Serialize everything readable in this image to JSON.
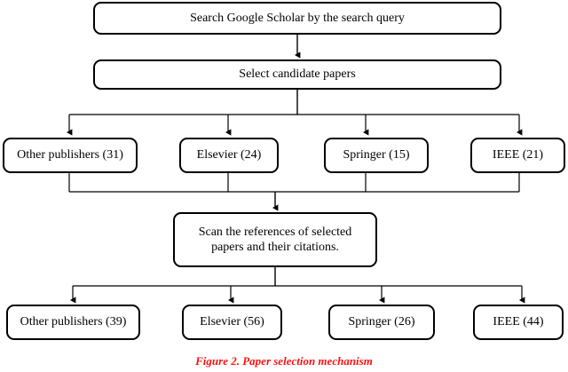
{
  "figure": {
    "caption": "Figure 2. Paper selection mechanism",
    "caption_color": "#ff1010",
    "background_color": "#ffffff",
    "line_color": "#000000",
    "text_color": "#000000"
  },
  "chart_data": {
    "type": "diagram",
    "title": "Figure 2. Paper selection mechanism",
    "nodes": [
      {
        "id": "search",
        "label": "Search Google Scholar by the search query",
        "row": 0
      },
      {
        "id": "select",
        "label": "Select candidate papers",
        "row": 1
      },
      {
        "id": "other1",
        "label": "Other publishers (31)",
        "row": 2,
        "publisher": "Other publishers",
        "count": 31
      },
      {
        "id": "elsevier1",
        "label": "Elsevier (24)",
        "row": 2,
        "publisher": "Elsevier",
        "count": 24
      },
      {
        "id": "springer1",
        "label": "Springer (15)",
        "row": 2,
        "publisher": "Springer",
        "count": 15
      },
      {
        "id": "ieee1",
        "label": "IEEE (21)",
        "row": 2,
        "publisher": "IEEE",
        "count": 21
      },
      {
        "id": "scan",
        "label": "Scan the references of selected\npapers and their citations.",
        "row": 3
      },
      {
        "id": "other2",
        "label": "Other publishers (39)",
        "row": 4,
        "publisher": "Other publishers",
        "count": 39
      },
      {
        "id": "elsevier2",
        "label": "Elsevier (56)",
        "row": 4,
        "publisher": "Elsevier",
        "count": 56
      },
      {
        "id": "springer2",
        "label": "Springer (26)",
        "row": 4,
        "publisher": "Springer",
        "count": 26
      },
      {
        "id": "ieee2",
        "label": "IEEE (44)",
        "row": 4,
        "publisher": "IEEE",
        "count": 44
      }
    ],
    "edges": [
      {
        "from": "search",
        "to": "select"
      },
      {
        "from": "select",
        "to": "other1"
      },
      {
        "from": "select",
        "to": "elsevier1"
      },
      {
        "from": "select",
        "to": "springer1"
      },
      {
        "from": "select",
        "to": "ieee1"
      },
      {
        "from": "other1",
        "to": "scan"
      },
      {
        "from": "elsevier1",
        "to": "scan"
      },
      {
        "from": "springer1",
        "to": "scan"
      },
      {
        "from": "ieee1",
        "to": "scan"
      },
      {
        "from": "scan",
        "to": "other2"
      },
      {
        "from": "scan",
        "to": "elsevier2"
      },
      {
        "from": "scan",
        "to": "springer2"
      },
      {
        "from": "scan",
        "to": "ieee2"
      }
    ],
    "first_pass_counts": {
      "Other publishers": 31,
      "Elsevier": 24,
      "Springer": 15,
      "IEEE": 21
    },
    "second_pass_counts": {
      "Other publishers": 39,
      "Elsevier": 56,
      "Springer": 26,
      "IEEE": 44
    }
  },
  "boxes": {
    "search_query": "Search Google Scholar by the search query",
    "select_candidates": "Select candidate papers",
    "row1": {
      "other": "Other publishers (31)",
      "elsevier": "Elsevier (24)",
      "springer": "Springer (15)",
      "ieee": "IEEE (21)"
    },
    "scan_references": "Scan the references of selected\npapers and their citations.",
    "row2": {
      "other": "Other publishers (39)",
      "elsevier": "Elsevier (56)",
      "springer": "Springer (26)",
      "ieee": "IEEE (44)"
    }
  }
}
